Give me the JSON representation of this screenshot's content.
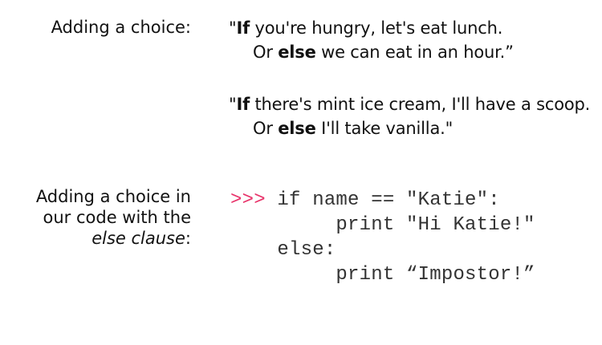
{
  "section1": {
    "label": "Adding a choice:",
    "quote1": {
      "open_quote": "\"",
      "kw_if": "If",
      "line1_rest": " you're hungry, let's eat lunch.",
      "line2_pre": "Or ",
      "kw_else": "else",
      "line2_rest": " we can eat in an hour.”"
    },
    "quote2": {
      "open_quote": "\"",
      "kw_if": "If",
      "line1_rest": " there's mint ice cream, I'll have a scoop.",
      "line2_pre": "Or ",
      "kw_else": "else",
      "line2_rest": " I'll take vanilla.\""
    }
  },
  "section2": {
    "label_line1": "Adding a choice in",
    "label_line2": "our code with the",
    "label_line3_em": "else clause",
    "label_line3_tail": ":",
    "code": {
      "prompt": ">>>",
      "line1": " if name == \"Katie\":",
      "line2": "         print \"Hi Katie!\"",
      "line3": "    else:",
      "line4": "         print “Impostor!”"
    }
  }
}
